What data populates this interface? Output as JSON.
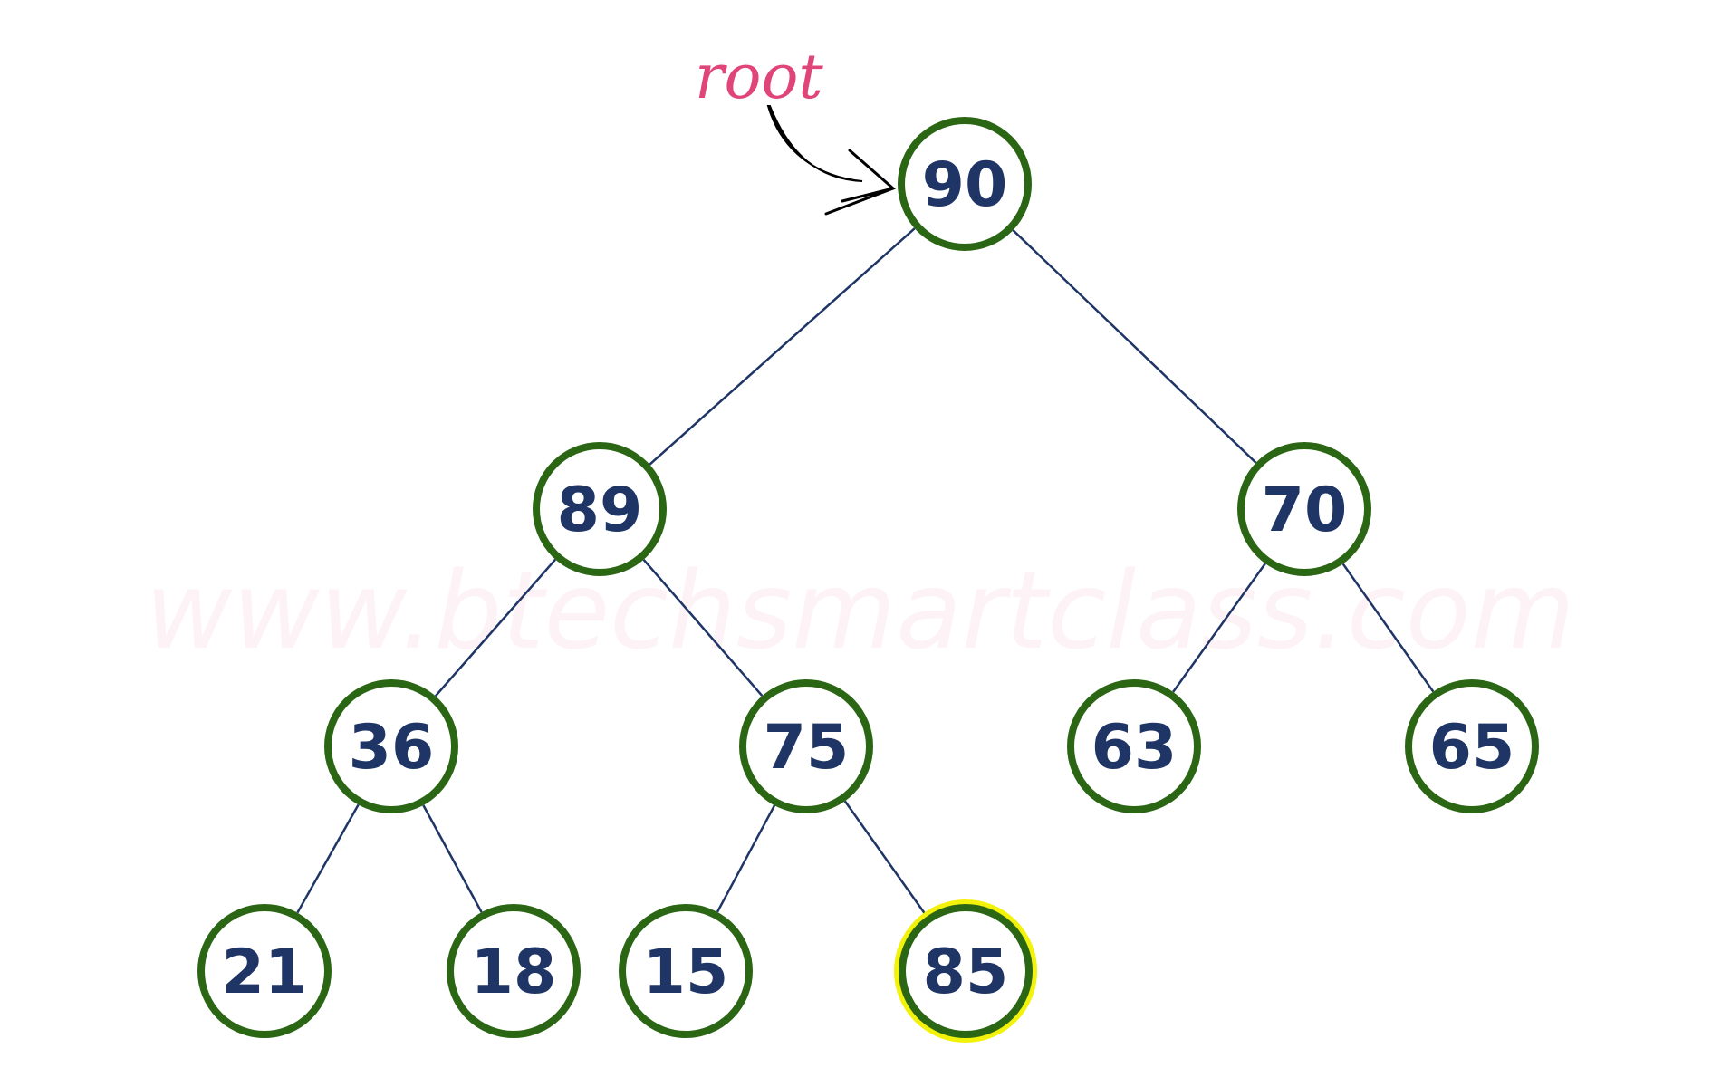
{
  "watermark": "www.btechsmartclass.com",
  "root_label": "root",
  "tree": {
    "nodes": [
      {
        "id": "n90",
        "value": "90"
      },
      {
        "id": "n89",
        "value": "89"
      },
      {
        "id": "n70",
        "value": "70"
      },
      {
        "id": "n36",
        "value": "36"
      },
      {
        "id": "n75",
        "value": "75"
      },
      {
        "id": "n63",
        "value": "63"
      },
      {
        "id": "n65",
        "value": "65"
      },
      {
        "id": "n21",
        "value": "21"
      },
      {
        "id": "n18",
        "value": "18"
      },
      {
        "id": "n15",
        "value": "15"
      },
      {
        "id": "n85",
        "value": "85",
        "highlighted": true
      }
    ],
    "edges": [
      [
        "n90",
        "n89"
      ],
      [
        "n90",
        "n70"
      ],
      [
        "n89",
        "n36"
      ],
      [
        "n89",
        "n75"
      ],
      [
        "n70",
        "n63"
      ],
      [
        "n70",
        "n65"
      ],
      [
        "n36",
        "n21"
      ],
      [
        "n36",
        "n18"
      ],
      [
        "n75",
        "n15"
      ],
      [
        "n75",
        "n85"
      ]
    ]
  },
  "colors": {
    "node_border": "#2a6614",
    "node_text": "#1f3566",
    "edge": "#1f3566",
    "highlight": "#f2f20a",
    "root_label": "#e0457a"
  }
}
